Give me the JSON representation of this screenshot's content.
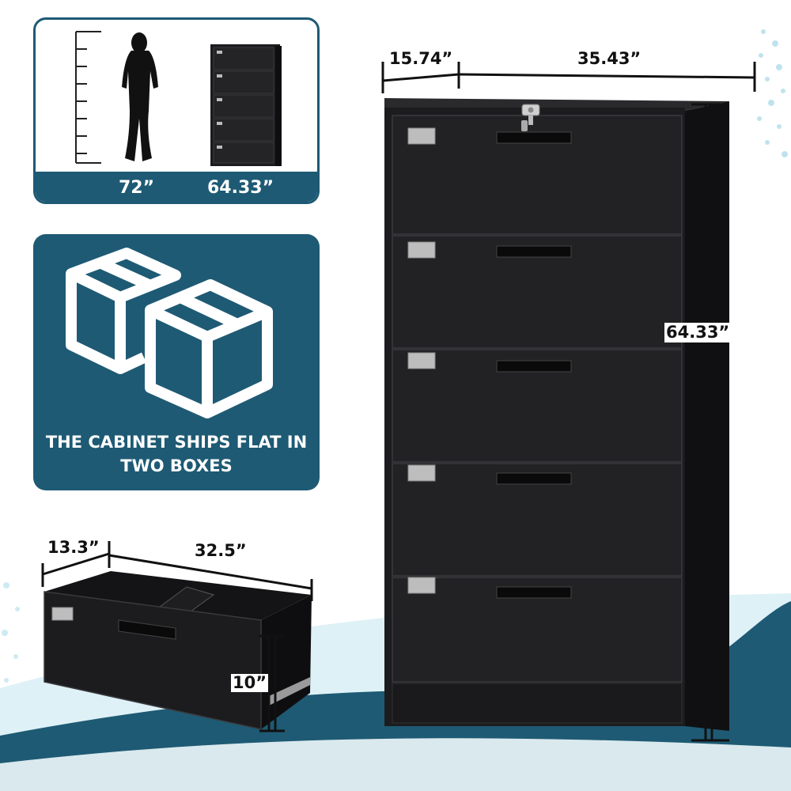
{
  "colors": {
    "brand_teal": "#1e5a74",
    "cabinet_black": "#1c1c1e",
    "wave_light": "#d6eef4",
    "wave_dark": "#1e5a74"
  },
  "height_comparison": {
    "person_height": "72”",
    "cabinet_height": "64.33”",
    "person_icon": "person-silhouette-icon",
    "ruler_icon": "height-ruler-icon"
  },
  "shipping": {
    "icon": "two-boxes-icon",
    "line1": "THE CABINET SHIPS FLAT IN",
    "line2": "TWO BOXES"
  },
  "cabinet_dimensions": {
    "depth": "15.74”",
    "width": "35.43”",
    "height": "64.33”",
    "drawer_count": 5
  },
  "drawer_dimensions": {
    "depth": "13.3”",
    "width": "32.5”",
    "height": "10”"
  }
}
